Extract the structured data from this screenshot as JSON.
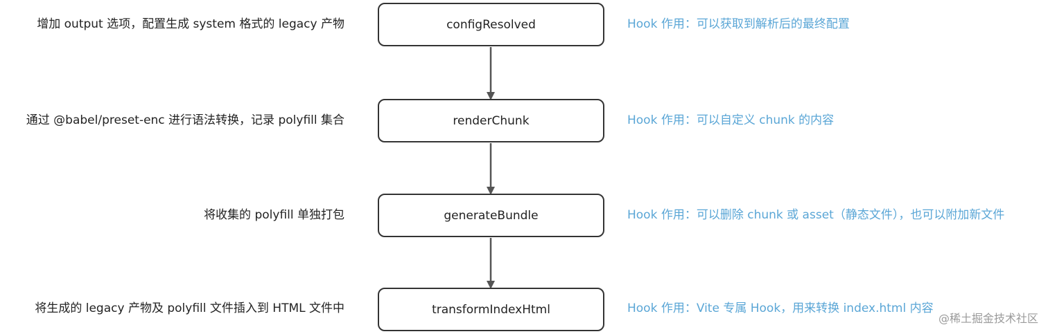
{
  "steps": [
    {
      "hook": "configResolved",
      "left_text": "增加 output 选项，配置生成 system 格式的 legacy 产物",
      "note": "Hook 作用：可以获取到解析后的最终配置"
    },
    {
      "hook": "renderChunk",
      "left_text": "通过 @babel/preset-enc 进行语法转换，记录 polyfill 集合",
      "note": "Hook 作用：可以自定义 chunk 的内容"
    },
    {
      "hook": "generateBundle",
      "left_text": "将收集的 polyfill 单独打包",
      "note": "Hook 作用：可以删除 chunk 或 asset（静态文件），也可以附加新文件"
    },
    {
      "hook": "transformIndexHtml",
      "left_text": "将生成的 legacy 产物及 polyfill 文件插入到 HTML 文件中",
      "note": "Hook 作用：Vite 专属 Hook，用来转换 index.html 内容"
    }
  ],
  "watermark": "@稀土掘金技术社区",
  "colors": {
    "note_text": "#5aa6d6",
    "box_border": "#333333",
    "arrow": "#555555"
  }
}
